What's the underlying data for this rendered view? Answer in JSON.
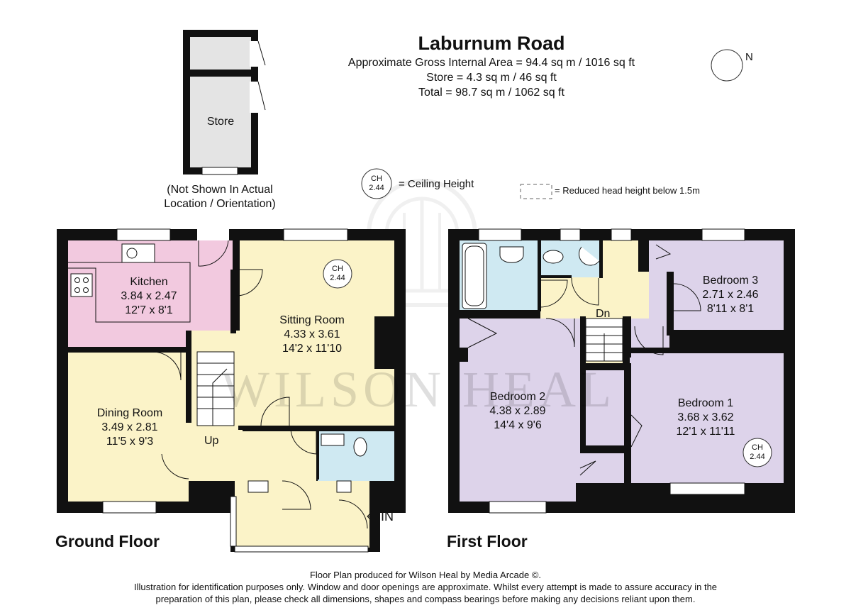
{
  "header": {
    "title": "Laburnum Road",
    "gia": "Approximate Gross Internal Area = 94.4 sq m / 1016 sq ft",
    "store_area": "Store = 4.3 sq m / 46 sq ft",
    "total": "Total = 98.7 sq m / 1062 sq ft"
  },
  "compass": {
    "label": "N"
  },
  "store": {
    "label": "Store",
    "note_line1": "(Not Shown In Actual",
    "note_line2": "Location / Orientation)"
  },
  "legend": {
    "ch": "CH",
    "ch_value": "2.44",
    "ceiling_height": "= Ceiling Height",
    "reduced_head": "= Reduced head height below 1.5m"
  },
  "ground_floor": {
    "label": "Ground Floor",
    "kitchen": {
      "name": "Kitchen",
      "metric": "3.84 x 2.47",
      "imperial": "12'7 x 8'1"
    },
    "sitting": {
      "name": "Sitting Room",
      "metric": "4.33 x 3.61",
      "imperial": "14'2 x 11'10",
      "ch": "CH",
      "ch_value": "2.44"
    },
    "dining": {
      "name": "Dining Room",
      "metric": "3.49 x 2.81",
      "imperial": "11'5 x 9'3"
    },
    "up": "Up",
    "entry": "IN"
  },
  "first_floor": {
    "label": "First Floor",
    "bed1": {
      "name": "Bedroom 1",
      "metric": "3.68 x 3.62",
      "imperial": "12'1 x 11'11",
      "ch": "CH",
      "ch_value": "2.44"
    },
    "bed2": {
      "name": "Bedroom 2",
      "metric": "4.38 x 2.89",
      "imperial": "14'4 x 9'6"
    },
    "bed3": {
      "name": "Bedroom 3",
      "metric": "2.71 x 2.46",
      "imperial": "8'11 x 8'1"
    },
    "down": "Dn"
  },
  "watermark": "WILSON HEAL",
  "footer": {
    "line1": "Floor Plan produced for Wilson Heal by Media Arcade ©.",
    "line2": "Illustration for identification purposes only. Window and door openings are approximate. Whilst every attempt is made to assure accuracy in the",
    "line3": "preparation of this plan, please check all dimensions, shapes and compass bearings before making any decisions reliant upon them."
  },
  "colors": {
    "wall": "#111111",
    "kitchen": "#f2c9df",
    "sitting": "#fbf3c8",
    "wc": "#cfe9f2",
    "bedroom": "#ddd3ea",
    "store": "#e4e4e4",
    "landing": "#fbf3c8"
  }
}
